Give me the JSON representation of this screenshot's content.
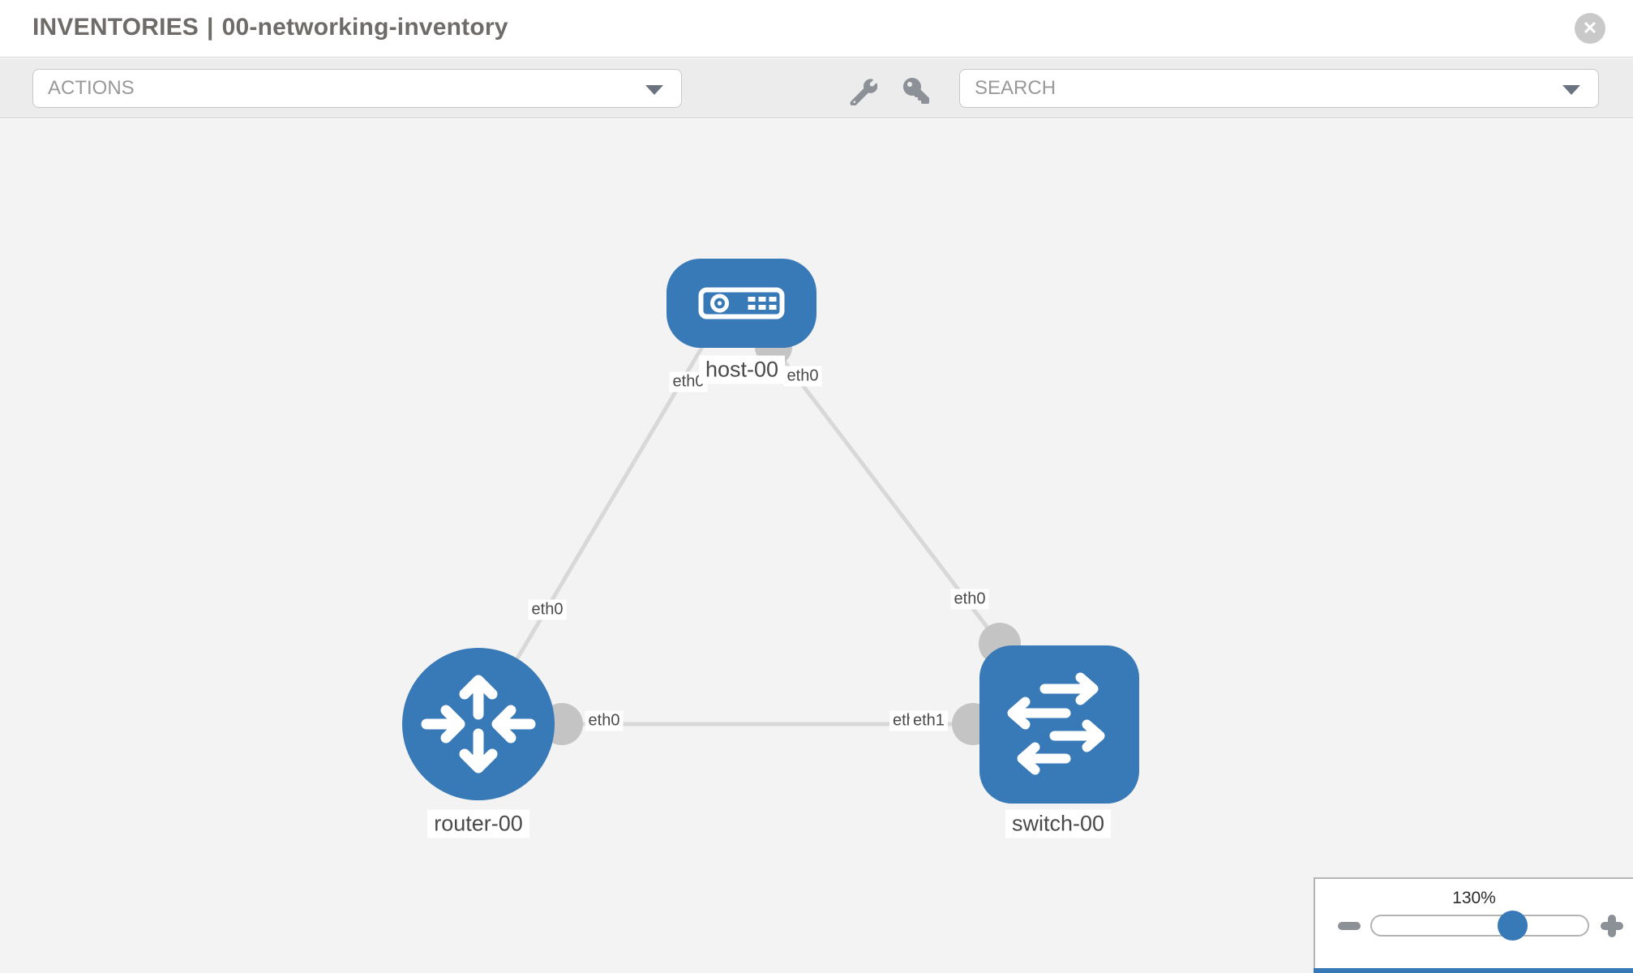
{
  "header": {
    "section": "INVENTORIES",
    "separator": "|",
    "inventory_name": "00-networking-inventory",
    "close_glyph": "✕"
  },
  "toolbar": {
    "actions_placeholder": "ACTIONS",
    "search_placeholder": "SEARCH"
  },
  "icons": {
    "close": "x-circle",
    "actions_dropdown": "caret-down",
    "search_dropdown": "caret-down",
    "wrench": "wrench",
    "key": "key",
    "zoom_out": "minus",
    "zoom_in": "plus"
  },
  "canvas": {
    "nodes": [
      {
        "id": "host-00",
        "label": "host-00",
        "type": "host"
      },
      {
        "id": "router-00",
        "label": "router-00",
        "type": "router"
      },
      {
        "id": "switch-00",
        "label": "switch-00",
        "type": "switch"
      }
    ],
    "links": [
      {
        "from": "host-00",
        "to": "router-00"
      },
      {
        "from": "host-00",
        "to": "switch-00"
      },
      {
        "from": "router-00",
        "to": "switch-00"
      }
    ],
    "interface_labels": [
      {
        "text": "eth0",
        "near": "host-00 left"
      },
      {
        "text": "eth0",
        "near": "host-00 right"
      },
      {
        "text": "eth0",
        "near": "router-00 uplink"
      },
      {
        "text": "eth0",
        "near": "switch-00 uplink"
      },
      {
        "text": "eth0",
        "near": "router-00 right"
      },
      {
        "text": "eth0",
        "near": "switch-00 left (partially covered)"
      },
      {
        "text": "eth1",
        "near": "switch-00 left"
      }
    ],
    "colors": {
      "node_blue": "#3879b7",
      "link_gray": "#d8d8d8",
      "port_gray": "#c4c4c4",
      "canvas_bg": "#f3f3f3",
      "accent_bar": "#3778b7"
    }
  },
  "zoom_widget": {
    "level": "130%"
  }
}
